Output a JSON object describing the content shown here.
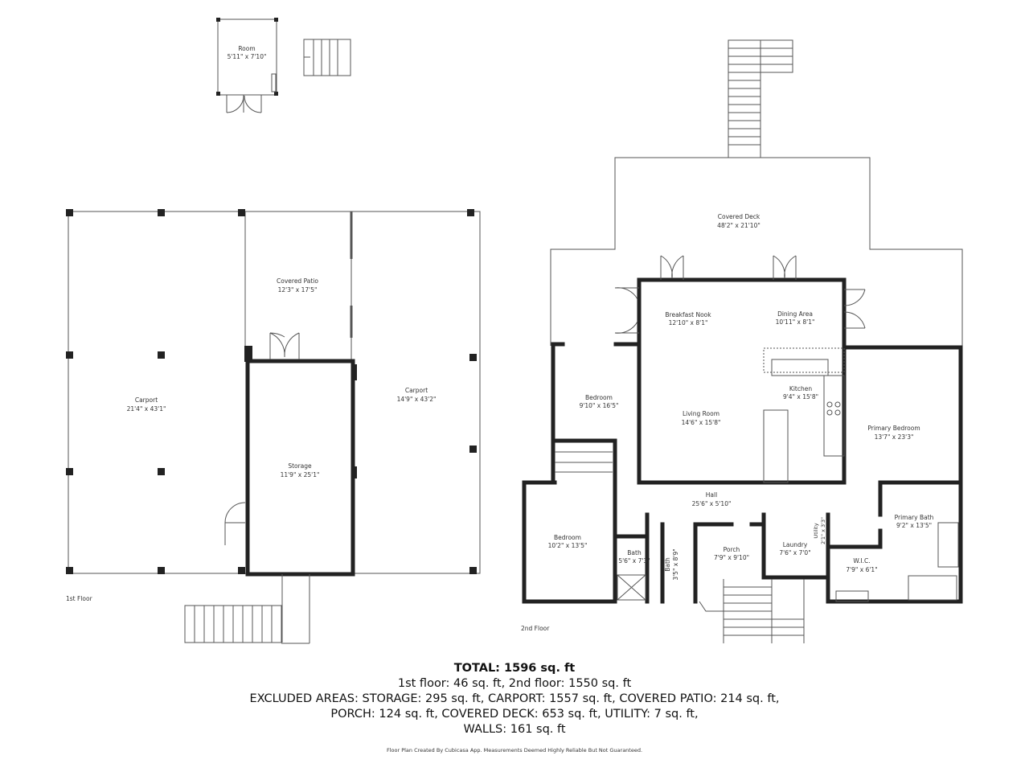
{
  "floors": {
    "first": {
      "label": "1st Floor",
      "rooms": [
        {
          "name": "Room",
          "dims": "5'11\" x 7'10\""
        },
        {
          "name": "Covered Patio",
          "dims": "12'3\" x 17'5\""
        },
        {
          "name": "Carport",
          "dims": "21'4\" x 43'1\""
        },
        {
          "name": "Carport",
          "dims": "14'9\" x 43'2\""
        },
        {
          "name": "Storage",
          "dims": "11'9\" x 25'1\""
        }
      ]
    },
    "second": {
      "label": "2nd Floor",
      "rooms": [
        {
          "name": "Covered Deck",
          "dims": "48'2\" x 21'10\""
        },
        {
          "name": "Breakfast Nook",
          "dims": "12'10\" x 8'1\""
        },
        {
          "name": "Dining Area",
          "dims": "10'11\" x 8'1\""
        },
        {
          "name": "Bedroom",
          "dims": "9'10\" x 16'5\""
        },
        {
          "name": "Kitchen",
          "dims": "9'4\" x 15'8\""
        },
        {
          "name": "Living Room",
          "dims": "14'6\" x 15'8\""
        },
        {
          "name": "Primary Bedroom",
          "dims": "13'7\" x 23'3\""
        },
        {
          "name": "Hall",
          "dims": "25'6\" x 5'10\""
        },
        {
          "name": "Primary Bath",
          "dims": "9'2\" x 13'5\""
        },
        {
          "name": "Bedroom",
          "dims": "10'2\" x 13'5\""
        },
        {
          "name": "Bath",
          "dims": "5'6\" x 7'3\""
        },
        {
          "name": "Bath",
          "dims": "3'5\" x 8'9\""
        },
        {
          "name": "Porch",
          "dims": "7'9\" x 9'10\""
        },
        {
          "name": "Laundry",
          "dims": "7'6\" x 7'0\""
        },
        {
          "name": "Utility",
          "dims": "2'1\" x 3'3\""
        },
        {
          "name": "W.I.C.",
          "dims": "7'9\" x 6'1\""
        }
      ]
    }
  },
  "summary": {
    "total": "TOTAL: 1596 sq. ft",
    "line1": "1st floor: 46 sq. ft, 2nd floor: 1550 sq. ft",
    "line2": "EXCLUDED AREAS: STORAGE: 295 sq. ft, CARPORT: 1557 sq. ft, COVERED PATIO: 214 sq. ft,",
    "line3": "PORCH: 124 sq. ft, COVERED DECK: 653 sq. ft, UTILITY: 7 sq. ft,",
    "line4": "WALLS: 161 sq. ft"
  },
  "credit": "Floor Plan Created By Cubicasa App. Measurements Deemed Highly Reliable But Not Guaranteed.",
  "colors": {
    "wall": "#222222",
    "line": "#555555",
    "background": "#ffffff"
  }
}
